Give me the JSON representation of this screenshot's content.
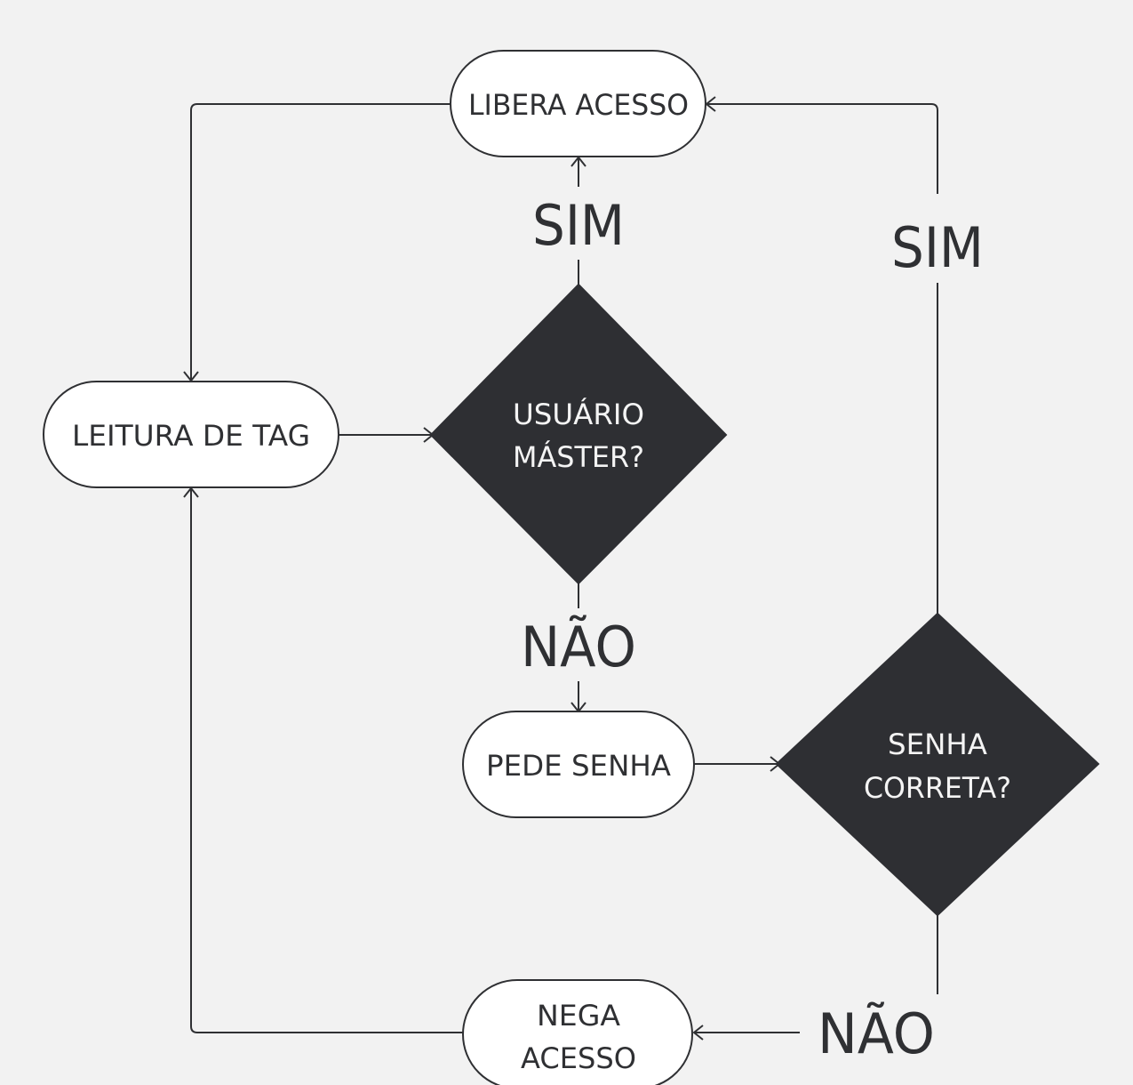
{
  "nodes": {
    "libera_acesso": "LIBERA ACESSO",
    "leitura_de_tag": "LEITURA DE TAG",
    "usuario_master": [
      "USUÁRIO",
      "MÁSTER?"
    ],
    "pede_senha": "PEDE SENHA",
    "senha_correta": [
      "SENHA",
      "CORRETA?"
    ],
    "nega_acesso": [
      "NEGA",
      "ACESSO"
    ]
  },
  "edge_labels": {
    "master_sim": "SIM",
    "master_nao": "NÃO",
    "senha_sim": "SIM",
    "senha_nao": "NÃO"
  },
  "colors": {
    "background": "#f2f2f2",
    "terminal_fill": "#ffffff",
    "decision_fill": "#2e2f33",
    "line": "#2f3033"
  }
}
